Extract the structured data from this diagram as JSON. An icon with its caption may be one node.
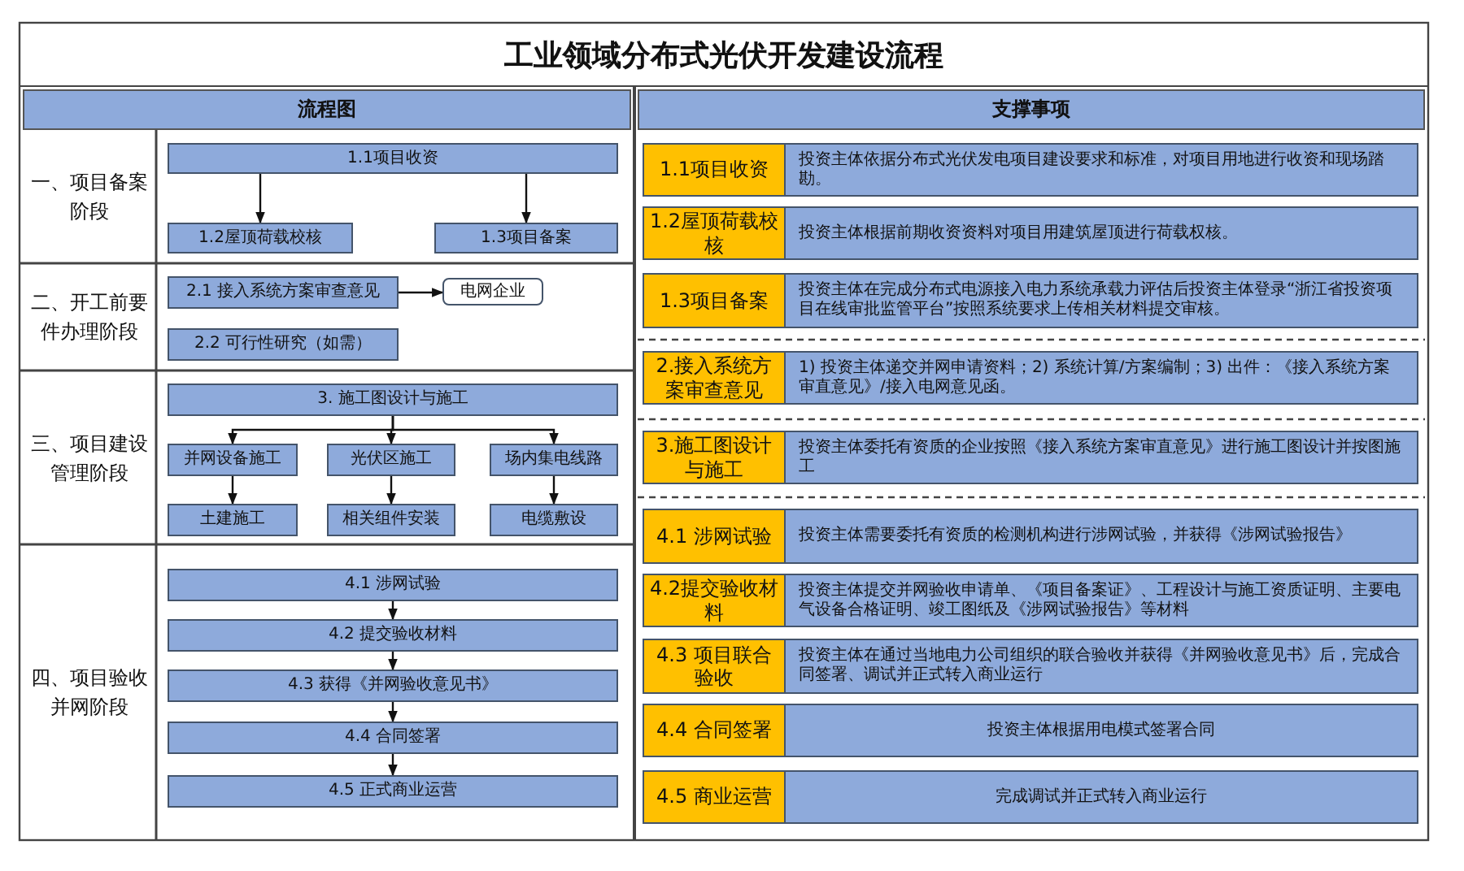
{
  "diagram": {
    "title": "工业领域分布式光伏开发建设流程",
    "nodes": [
      {
        "text": [
          "流程图"
        ]
      },
      {
        "text": [
          "支撑事项"
        ]
      },
      {
        "text": [
          "1.1项目收资"
        ]
      },
      {
        "text": [
          "1.2屋顶荷载校核"
        ]
      },
      {
        "text": [
          "1.3项目备案"
        ]
      },
      {
        "text": [
          "2.1 接入系统方案审查意见"
        ]
      },
      {
        "text": [
          "电网企业"
        ]
      },
      {
        "text": [
          "2.2 可行性研究（如需）"
        ]
      },
      {
        "text": [
          "3. 施工图设计与施工"
        ]
      },
      {
        "text": [
          "并网设备施工"
        ]
      },
      {
        "text": [
          "光伏区施工"
        ]
      },
      {
        "text": [
          "场内集电线路"
        ]
      },
      {
        "text": [
          "土建施工"
        ]
      },
      {
        "text": [
          "相关组件安装"
        ]
      },
      {
        "text": [
          "电缆敷设"
        ]
      },
      {
        "text": [
          "4.1 涉网试验"
        ]
      },
      {
        "text": [
          "4.2 提交验收材料"
        ]
      },
      {
        "text": [
          "4.3 获得《并网验收意见书》"
        ]
      },
      {
        "text": [
          "4.4 合同签署"
        ]
      },
      {
        "text": [
          "4.5 正式商业运营"
        ]
      },
      {
        "text": [
          "1.1项目收资"
        ]
      },
      {
        "text": [
          "投资主体依据分布式光伏发电项目建设要求和标准，对项目用地进行收资和现场踏勘。"
        ]
      },
      {
        "text": [
          "1.2屋顶荷载校核"
        ]
      },
      {
        "text": [
          "投资主体根据前期收资资料对项目用建筑屋顶进行荷载权核。"
        ]
      },
      {
        "text": [
          "1.3项目备案"
        ]
      },
      {
        "text": [
          "投资主体在完成分布式电源接入电力系统承载力评估后投资主体登录“浙江省投资项目在线审批监管平台”按照系统要求上传相关材料提交审核。"
        ]
      },
      {
        "text": [
          "2.接入系统方案审查意见"
        ]
      },
      {
        "text": [
          "1) 投资主体递交并网申请资料；2) 系统计算/方案编制；3) 出件：《接入系统方案审直意见》/接入电网意见函。"
        ]
      },
      {
        "text": [
          "3.施工图设计与施工"
        ]
      },
      {
        "text": [
          "投资主体委托有资质的企业按照《接入系统方案审直意见》进行施工图设计并按图施工"
        ]
      },
      {
        "text": [
          "4.1 涉网试验"
        ]
      },
      {
        "text": [
          "投资主体需要委托有资质的检测机构进行涉网试验，并获得《涉网试验报告》"
        ]
      },
      {
        "text": [
          "4.2提交验收材料"
        ]
      },
      {
        "text": [
          "投资主体提交并网验收申请单、《项目备案证》、工程设计与施工资质证明、主要电气设备合格证明、竣工图纸及《涉网试验报告》等材料"
        ]
      },
      {
        "text": [
          "4.3 项目联合验收"
        ]
      },
      {
        "text": [
          "投资主体在通过当地电力公司组织的联合验收并获得《并网验收意见书》后，完成合同签署、调试并正式转入商业运行"
        ]
      },
      {
        "text": [
          "4.4 合同签署"
        ]
      },
      {
        "text": [
          "投资主体根据用电模式签署合同"
        ]
      },
      {
        "text": [
          "4.5 商业运营"
        ]
      },
      {
        "text": [
          "完成调试并正式转入商业运行"
        ]
      }
    ],
    "edges": [
      {
        "from": 2,
        "to": 3,
        "arrow": "to"
      },
      {
        "from": 2,
        "to": 4,
        "arrow": "to"
      },
      {
        "from": 5,
        "to": 6,
        "arrow": "to"
      },
      {
        "from": 8,
        "to": 9,
        "arrow": "to"
      },
      {
        "from": 8,
        "to": 10,
        "arrow": "to"
      },
      {
        "from": 8,
        "to": 11,
        "arrow": "to"
      },
      {
        "from": 9,
        "to": 12,
        "arrow": "to"
      },
      {
        "from": 10,
        "to": 13,
        "arrow": "to"
      },
      {
        "from": 11,
        "to": 14,
        "arrow": "to"
      },
      {
        "from": 15,
        "to": 16,
        "arrow": "to"
      },
      {
        "from": 16,
        "to": 17,
        "arrow": "to"
      },
      {
        "from": 17,
        "to": 18,
        "arrow": "to"
      },
      {
        "from": 18,
        "to": 19,
        "arrow": "to"
      }
    ],
    "labels": [
      "一、项目备案阶段",
      "二、开工前要件办理阶段",
      "三、项目建设管理阶段",
      "四、项目验收并网阶段"
    ]
  }
}
